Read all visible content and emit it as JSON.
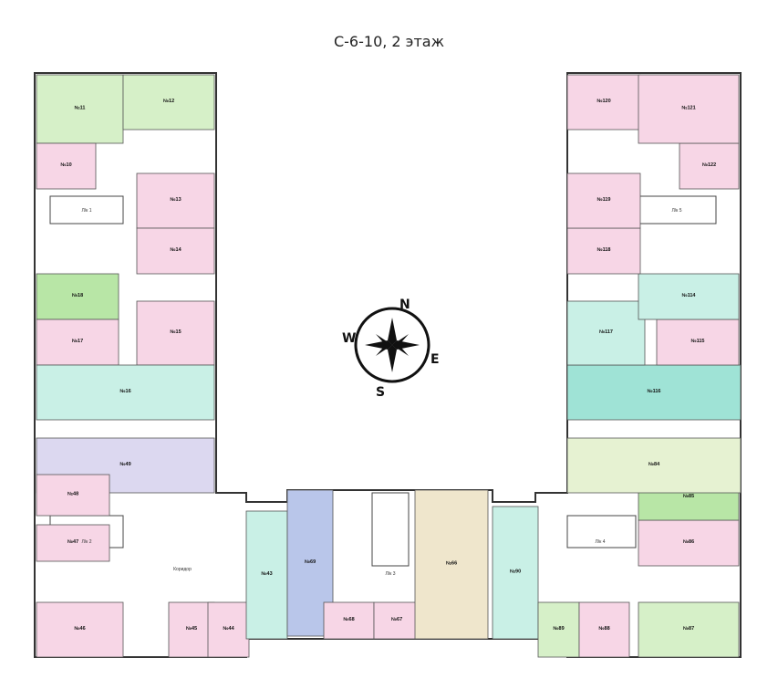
{
  "title": "С-6-10, 2 этаж",
  "compass": {
    "north": "N",
    "east": "E",
    "south": "S",
    "west": "W"
  },
  "colors": {
    "pink": "#f7d6e6",
    "green": "#d6f0c8",
    "bright_green": "#b8e6a6",
    "mint": "#c9f0e6",
    "teal": "#9fe3d6",
    "lavender": "#dcd8f0",
    "blue": "#b9c6ea",
    "beige": "#efe6cc",
    "light_green": "#e6f2d2",
    "corridor": "#ffffff",
    "wall": "#333333"
  },
  "apartments": [
    {
      "id": "a11",
      "num": "№11",
      "color": "green"
    },
    {
      "id": "a12",
      "num": "№12",
      "color": "green"
    },
    {
      "id": "a10",
      "num": "№10",
      "color": "pink"
    },
    {
      "id": "a13",
      "num": "№13",
      "color": "pink"
    },
    {
      "id": "a14",
      "num": "№14",
      "color": "pink"
    },
    {
      "id": "a18",
      "num": "№18",
      "color": "bright_green"
    },
    {
      "id": "a17",
      "num": "№17",
      "color": "pink"
    },
    {
      "id": "a15",
      "num": "№15",
      "color": "pink"
    },
    {
      "id": "a16",
      "num": "№16",
      "color": "mint"
    },
    {
      "id": "a49",
      "num": "№49",
      "color": "lavender"
    },
    {
      "id": "a48",
      "num": "№48",
      "color": "pink"
    },
    {
      "id": "a47",
      "num": "№47",
      "color": "pink"
    },
    {
      "id": "a46",
      "num": "№46",
      "color": "pink"
    },
    {
      "id": "a45",
      "num": "№45",
      "color": "pink"
    },
    {
      "id": "a44",
      "num": "№44",
      "color": "pink"
    },
    {
      "id": "a43",
      "num": "№43",
      "color": "mint"
    },
    {
      "id": "a69",
      "num": "№69",
      "color": "blue"
    },
    {
      "id": "a68",
      "num": "№68",
      "color": "pink"
    },
    {
      "id": "a67",
      "num": "№67",
      "color": "pink"
    },
    {
      "id": "a66",
      "num": "№66",
      "color": "beige"
    },
    {
      "id": "a90",
      "num": "№90",
      "color": "mint"
    },
    {
      "id": "a89",
      "num": "№89",
      "color": "green"
    },
    {
      "id": "a88",
      "num": "№88",
      "color": "pink"
    },
    {
      "id": "a87",
      "num": "№87",
      "color": "green"
    },
    {
      "id": "a86",
      "num": "№86",
      "color": "pink"
    },
    {
      "id": "a85",
      "num": "№85",
      "color": "bright_green"
    },
    {
      "id": "a84",
      "num": "№84",
      "color": "light_green"
    },
    {
      "id": "a116",
      "num": "№116",
      "color": "teal"
    },
    {
      "id": "a115",
      "num": "№115",
      "color": "pink"
    },
    {
      "id": "a117",
      "num": "№117",
      "color": "mint"
    },
    {
      "id": "a114",
      "num": "№114",
      "color": "mint"
    },
    {
      "id": "a118",
      "num": "№118",
      "color": "pink"
    },
    {
      "id": "a119",
      "num": "№119",
      "color": "pink"
    },
    {
      "id": "a122",
      "num": "№122",
      "color": "pink"
    },
    {
      "id": "a120",
      "num": "№120",
      "color": "pink"
    },
    {
      "id": "a121",
      "num": "№121",
      "color": "pink"
    }
  ],
  "core_labels": {
    "lk1": "Л/к 1",
    "lk2": "Л/к 2",
    "lk3": "Л/к 3",
    "lk4": "Л/к 4",
    "lk5": "Л/к 5",
    "corridor": "Коридор"
  }
}
